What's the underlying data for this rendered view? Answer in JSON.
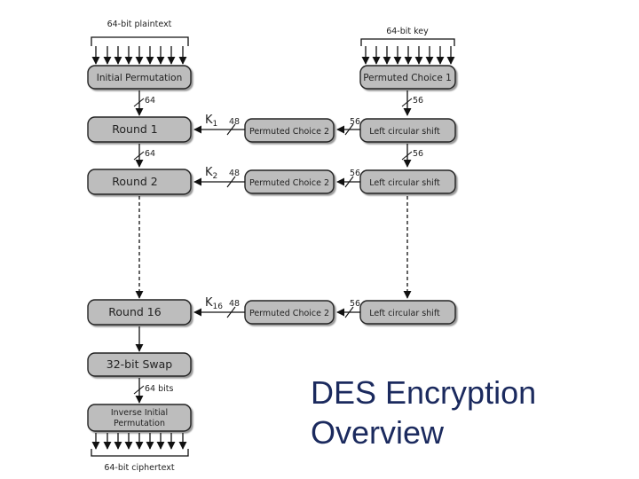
{
  "slide": {
    "title_line1": "DES Encryption",
    "title_line2": "Overview"
  },
  "diagram": {
    "inputs": {
      "plaintext": "64-bit plaintext",
      "key": "64-bit key",
      "ciphertext": "64-bit ciphertext"
    },
    "boxes": {
      "initial_permutation": "Initial Permutation",
      "permuted_choice_1": "Permuted Choice 1",
      "round_1": "Round 1",
      "round_2": "Round 2",
      "round_16": "Round 16",
      "swap": "32-bit Swap",
      "inverse_ip_line1": "Inverse Initial",
      "inverse_ip_line2": "Permutation",
      "pc2": "Permuted Choice 2",
      "lcs": "Left circular shift"
    },
    "bit_labels": {
      "b64": "64",
      "b56": "56",
      "b48": "48",
      "b64_bits": "64 bits"
    },
    "subkeys": {
      "k1": "1",
      "k2": "2",
      "k16": "16",
      "k_symbol": "K"
    }
  }
}
